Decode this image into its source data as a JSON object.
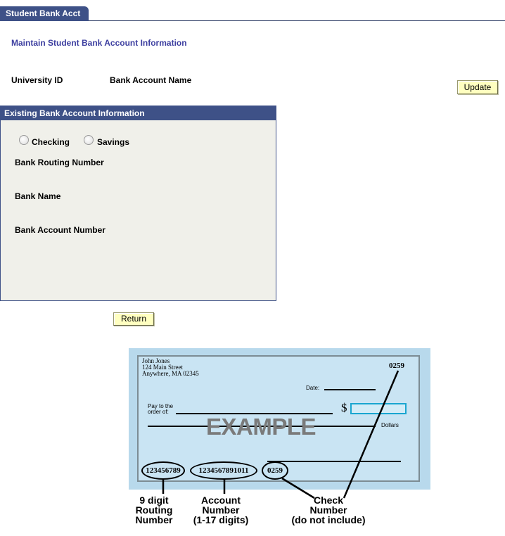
{
  "tab": {
    "label": "Student Bank Acct"
  },
  "page_title": "Maintain Student Bank Account Information",
  "fields": {
    "university_id_label": "University ID",
    "bank_account_name_label": "Bank Account Name"
  },
  "buttons": {
    "update": "Update",
    "return": "Return"
  },
  "group": {
    "title": "Existing Bank Account Information",
    "radio_checking": "Checking",
    "radio_savings": "Savings",
    "routing_label": "Bank Routing Number",
    "bank_name_label": "Bank Name",
    "account_number_label": "Bank Account Number"
  },
  "check": {
    "name": "John Jones",
    "address1": "124 Main Street",
    "address2": "Anywhere, MA 02345",
    "check_no": "0259",
    "date_label": "Date:",
    "pay_to": "Pay to the",
    "order_of": "order of:",
    "dollar_sign": "$",
    "dollars": "Dollars",
    "watermark": "EXAMPLE",
    "routing_number": "123456789",
    "account_number": "1234567891011",
    "check_number": "0259"
  },
  "callouts": {
    "routing": [
      "9 digit",
      "Routing",
      "Number"
    ],
    "account": [
      "Account",
      "Number",
      "(1-17 digits)"
    ],
    "check": [
      "Check",
      "Number",
      "(do not include)"
    ]
  },
  "colors": {
    "header_blue": "#3e5187",
    "title_text": "#3d3fa0",
    "button_yellow": "#ffffc0",
    "group_bg": "#f0f0ea",
    "check_bg": "#c9e4f3"
  }
}
